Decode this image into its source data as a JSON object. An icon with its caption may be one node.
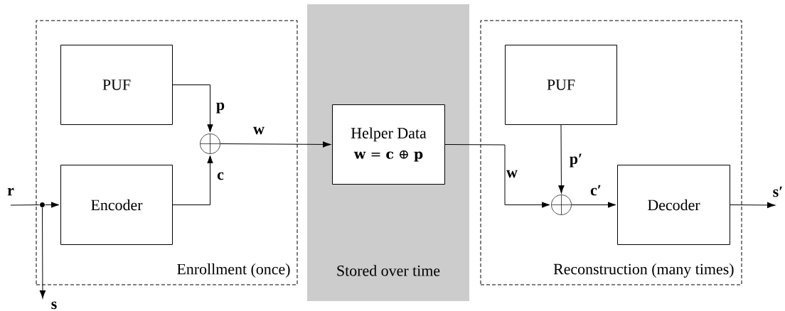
{
  "diagram": {
    "nodes": [
      {
        "text": [
          "Enrollment (once)"
        ]
      },
      {
        "text": [
          "PUF"
        ],
        "in": 0
      },
      {
        "text": [],
        "shape": "dot",
        "in": 0
      },
      {
        "text": [
          "Encoder"
        ],
        "in": 0
      },
      {
        "text": [],
        "shape": "circle",
        "in": 0
      },
      {
        "text": [
          "Stored over time"
        ]
      },
      {
        "text": [
          "Helper Data",
          "**w** = **c** ⊕ **p**"
        ],
        "in": 5
      },
      {
        "text": [
          "Reconstruction (many times)"
        ]
      },
      {
        "text": [
          "PUF"
        ],
        "in": 7
      },
      {
        "text": [],
        "shape": "circle",
        "in": 7
      },
      {
        "text": [
          "Decoder"
        ],
        "in": 7
      }
    ],
    "edges": [
      {
        "from": 1,
        "to": 4,
        "arrow": "to",
        "label": "p"
      },
      {
        "from": 3,
        "to": 4,
        "arrow": "to",
        "label": "c"
      },
      {
        "from": 4,
        "to": 6,
        "arrow": "to",
        "label": "w"
      },
      {
        "from": null,
        "to": 2,
        "arrow": "none",
        "label": "r"
      },
      {
        "from": 2,
        "to": 3,
        "arrow": "to"
      },
      {
        "from": 2,
        "to": null,
        "arrow": "to",
        "label": "s"
      },
      {
        "from": 6,
        "to": 9,
        "arrow": "to",
        "label": "w"
      },
      {
        "from": 8,
        "to": 9,
        "arrow": "to",
        "label": "p′"
      },
      {
        "from": 9,
        "to": 10,
        "arrow": "to",
        "label": "c′"
      },
      {
        "from": 10,
        "to": null,
        "arrow": "to",
        "label": "s′"
      }
    ]
  }
}
